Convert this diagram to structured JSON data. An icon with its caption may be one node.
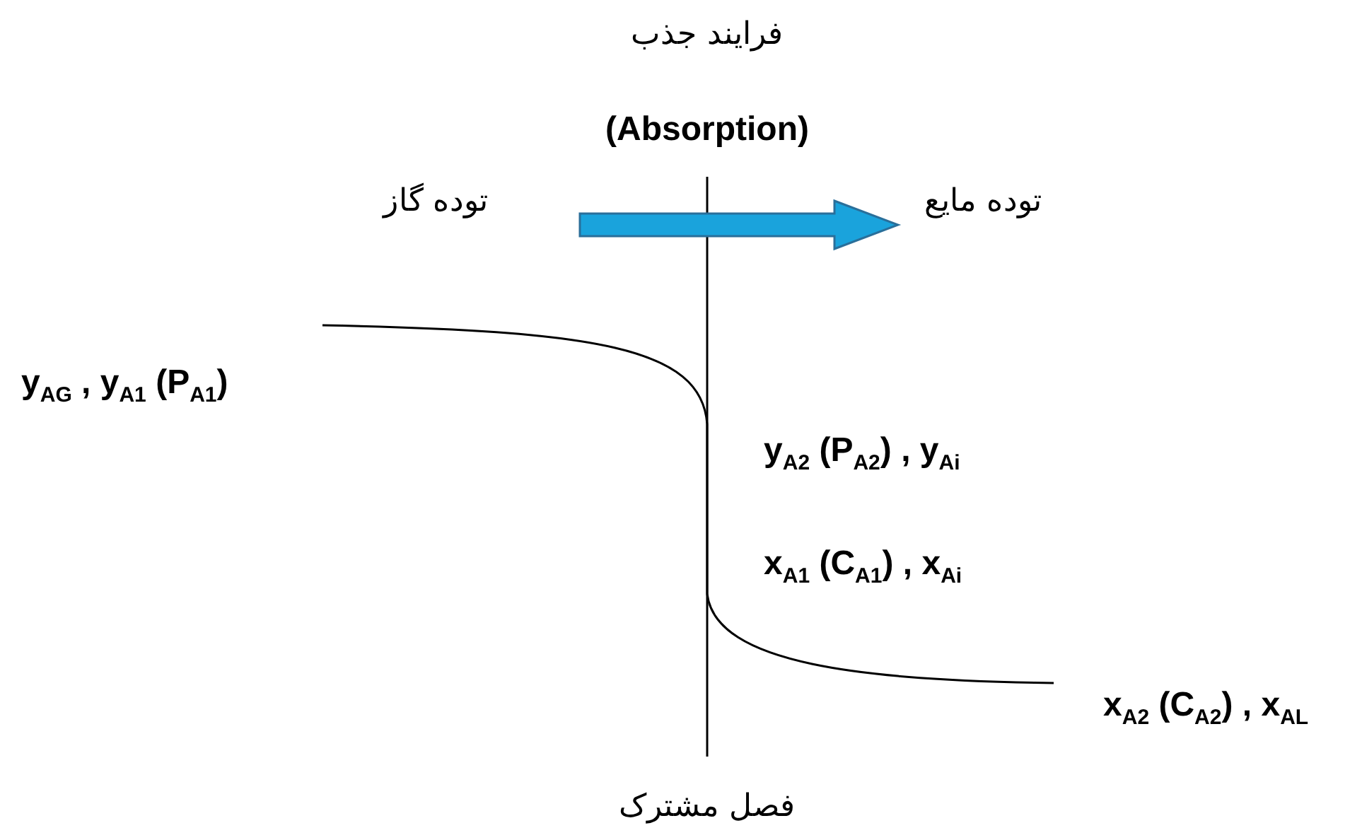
{
  "diagram": {
    "title": "فرایند جذب",
    "labels": [
      "(Absorption)",
      "توده گاز",
      "توده مایع",
      "y$_{AG}$ , y$_{A1}$ (P$_{A1}$)",
      "y$_{A2}$ (P$_{A2}$) , y$_{Ai}$",
      "x$_{A1}$ (C$_{A1}$) , x$_{Ai}$",
      "x$_{A2}$ (C$_{A2}$) , x$_{AL}$",
      "فصل مشترک"
    ]
  }
}
